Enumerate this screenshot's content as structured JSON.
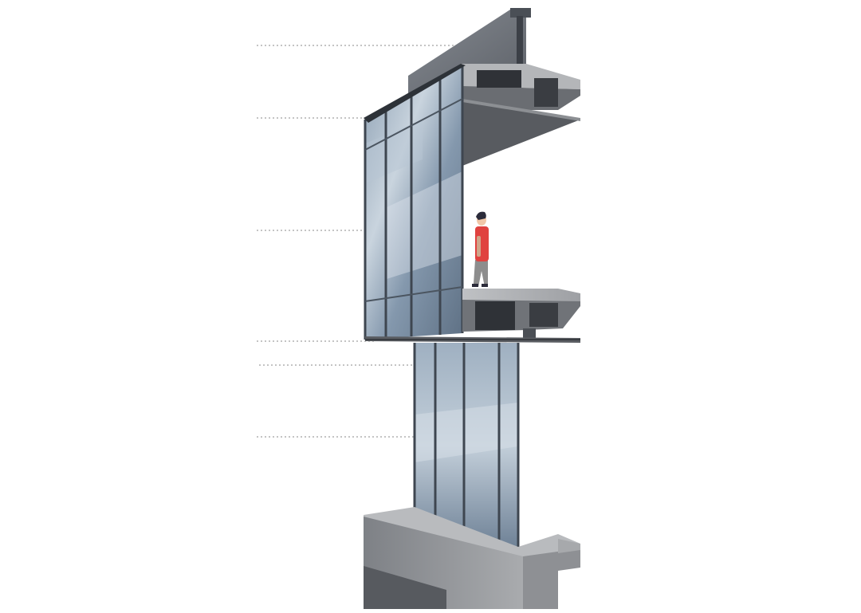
{
  "figure": {
    "subject": "curtain-wall-section",
    "colors": {
      "background": "#ffffff",
      "glass_light": "#c7d3df",
      "glass_mid": "#8fa2b5",
      "glass_dark": "#5f7185",
      "mullion": "#3e4650",
      "concrete_light": "#b7b9bc",
      "concrete_mid": "#8e9094",
      "concrete_dark": "#55585c",
      "stone": "#7b7f86",
      "shirt": "#e0423f",
      "pants": "#8d8d8d",
      "hair": "#2b2b3a",
      "skin": "#f1c7a8",
      "leader": "#9a9a9a"
    },
    "leaders": [
      {
        "id": "leader-parapet"
      },
      {
        "id": "leader-wall-top"
      },
      {
        "id": "leader-glazing-upper"
      },
      {
        "id": "leader-floor-slab"
      },
      {
        "id": "leader-bracket"
      },
      {
        "id": "leader-glazing-lower"
      }
    ]
  }
}
